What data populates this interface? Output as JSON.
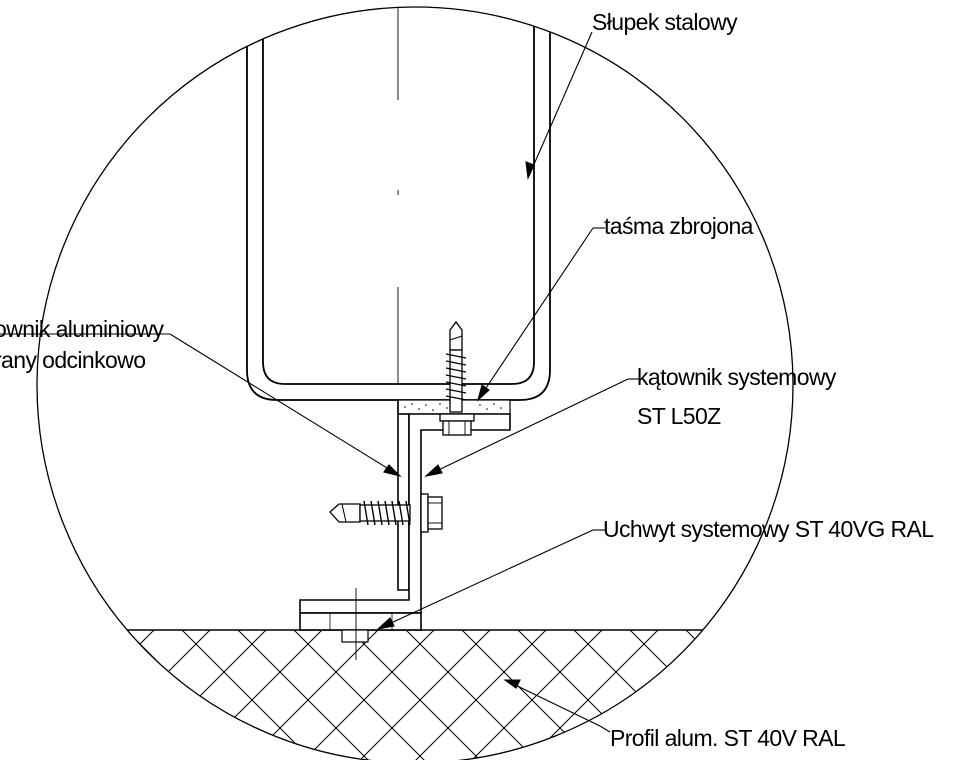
{
  "labels": {
    "slupek": "Słupek stalowy",
    "tasma": "taśma zbrojona",
    "katownik_alu_line1": "ownik aluminiowy",
    "katownik_alu_line2": "rany odcinkowo",
    "katownik_sys_line1": "kątownik systemowy",
    "katownik_sys_line2": "ST L50Z",
    "uchwyt": "Uchwyt systemowy ST 40VG RAL",
    "profil": "Profil alum. ST 40V RAL"
  },
  "colors": {
    "line": "#000000",
    "background": "#ffffff"
  }
}
